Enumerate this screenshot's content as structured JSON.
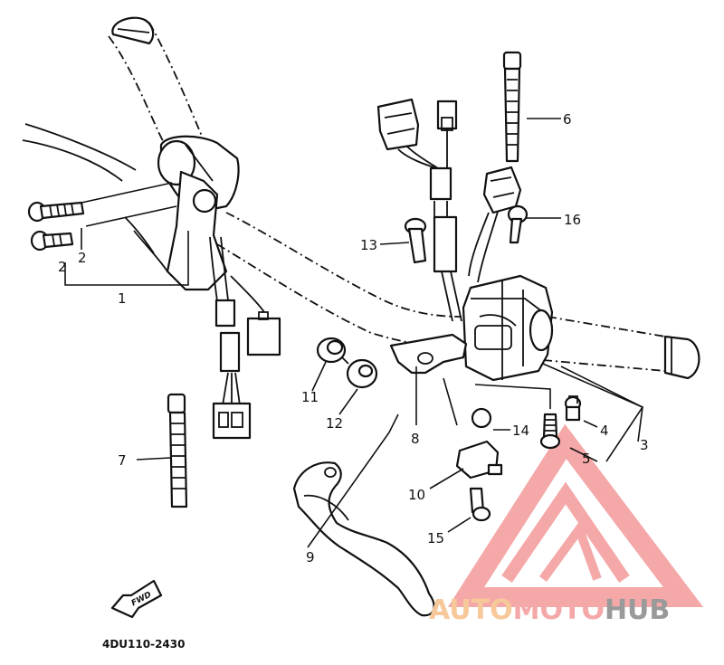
{
  "diagram": {
    "callouts": [
      {
        "id": "c1",
        "label": "1"
      },
      {
        "id": "c2a",
        "label": "2"
      },
      {
        "id": "c2b",
        "label": "2"
      },
      {
        "id": "c3",
        "label": "3"
      },
      {
        "id": "c4",
        "label": "4"
      },
      {
        "id": "c5",
        "label": "5"
      },
      {
        "id": "c6",
        "label": "6"
      },
      {
        "id": "c7",
        "label": "7"
      },
      {
        "id": "c8",
        "label": "8"
      },
      {
        "id": "c9",
        "label": "9"
      },
      {
        "id": "c10",
        "label": "10"
      },
      {
        "id": "c11",
        "label": "11"
      },
      {
        "id": "c12",
        "label": "12"
      },
      {
        "id": "c13",
        "label": "13"
      },
      {
        "id": "c14",
        "label": "14"
      },
      {
        "id": "c15",
        "label": "15"
      },
      {
        "id": "c16",
        "label": "16"
      }
    ],
    "drawing_code": "4DU110-2430",
    "fwd_label": "FWD"
  },
  "watermark": {
    "part1": "AUTO",
    "part2": "MOTO",
    "part3": "HUB",
    "color1": "#f7c89a",
    "color2": "#f4a8a8",
    "color3": "#9a9a9a",
    "logo_color": "#f28b8b",
    "logo_icon": "triangle-m-logo"
  },
  "colors": {
    "line": "#111111",
    "background": "#ffffff"
  }
}
